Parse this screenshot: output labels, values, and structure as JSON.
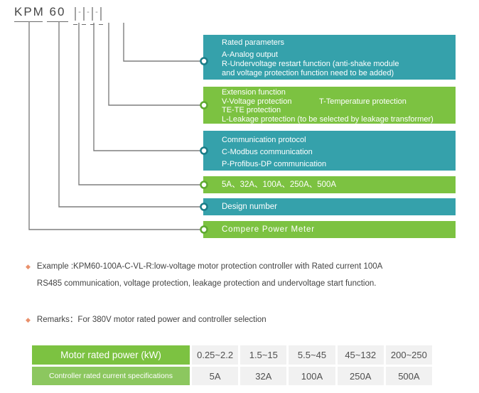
{
  "colors": {
    "teal": "#35a1ab",
    "green": "#7cc241",
    "teal_ring": "#1a7d88",
    "green_ring": "#5ea92f",
    "wire_gray": "#7f7f7f",
    "bullet_orange": "#e9906b",
    "table_green_light": "#8cc75f",
    "cell_gray": "#f1f1f1"
  },
  "icons": {
    "diamond_bullet": "◆"
  },
  "model_code": {
    "prefix": "KPM",
    "series": "60",
    "separator": "-"
  },
  "diagram": {
    "boxes": [
      {
        "color": "teal",
        "title": "Rated parameters",
        "line1": "A-Analog output",
        "line2": "R-Undervoltage restart function (anti-shake module",
        "line3": "and voltage protection function need to be added)"
      },
      {
        "color": "green",
        "title": "Extension function",
        "col1": "V-Voltage protection",
        "col2": "T-Temperature protection",
        "line2": "TE-TE protection",
        "line3": "L-Leakage protection (to be selected by leakage transformer)"
      },
      {
        "color": "teal",
        "title": "Communication protocol",
        "line1": "C-Modbus communication",
        "line2": "P-Profibus-DP communication"
      },
      {
        "color": "green",
        "title": "5A、32A、100A、250A、500A"
      },
      {
        "color": "teal",
        "title": "Design number"
      },
      {
        "color": "green",
        "title": "Compere Power Meter"
      }
    ]
  },
  "example": {
    "line1": "Example :KPM60-100A-C-VL-R:low-voltage motor protection controller with Rated current 100A",
    "line2": "RS485 communication, voltage protection, leakage protection and undervoltage start function."
  },
  "remarks": {
    "text": "Remarks：For 380V motor rated power and controller selection"
  },
  "table": {
    "power_row": {
      "label": "Motor rated power (kW)",
      "values": [
        "0.25~2.2",
        "1.5~15",
        "5.5~45",
        "45~132",
        "200~250"
      ]
    },
    "current_row": {
      "label": "Controller rated current specifications",
      "values": [
        "5A",
        "32A",
        "100A",
        "250A",
        "500A"
      ]
    }
  }
}
